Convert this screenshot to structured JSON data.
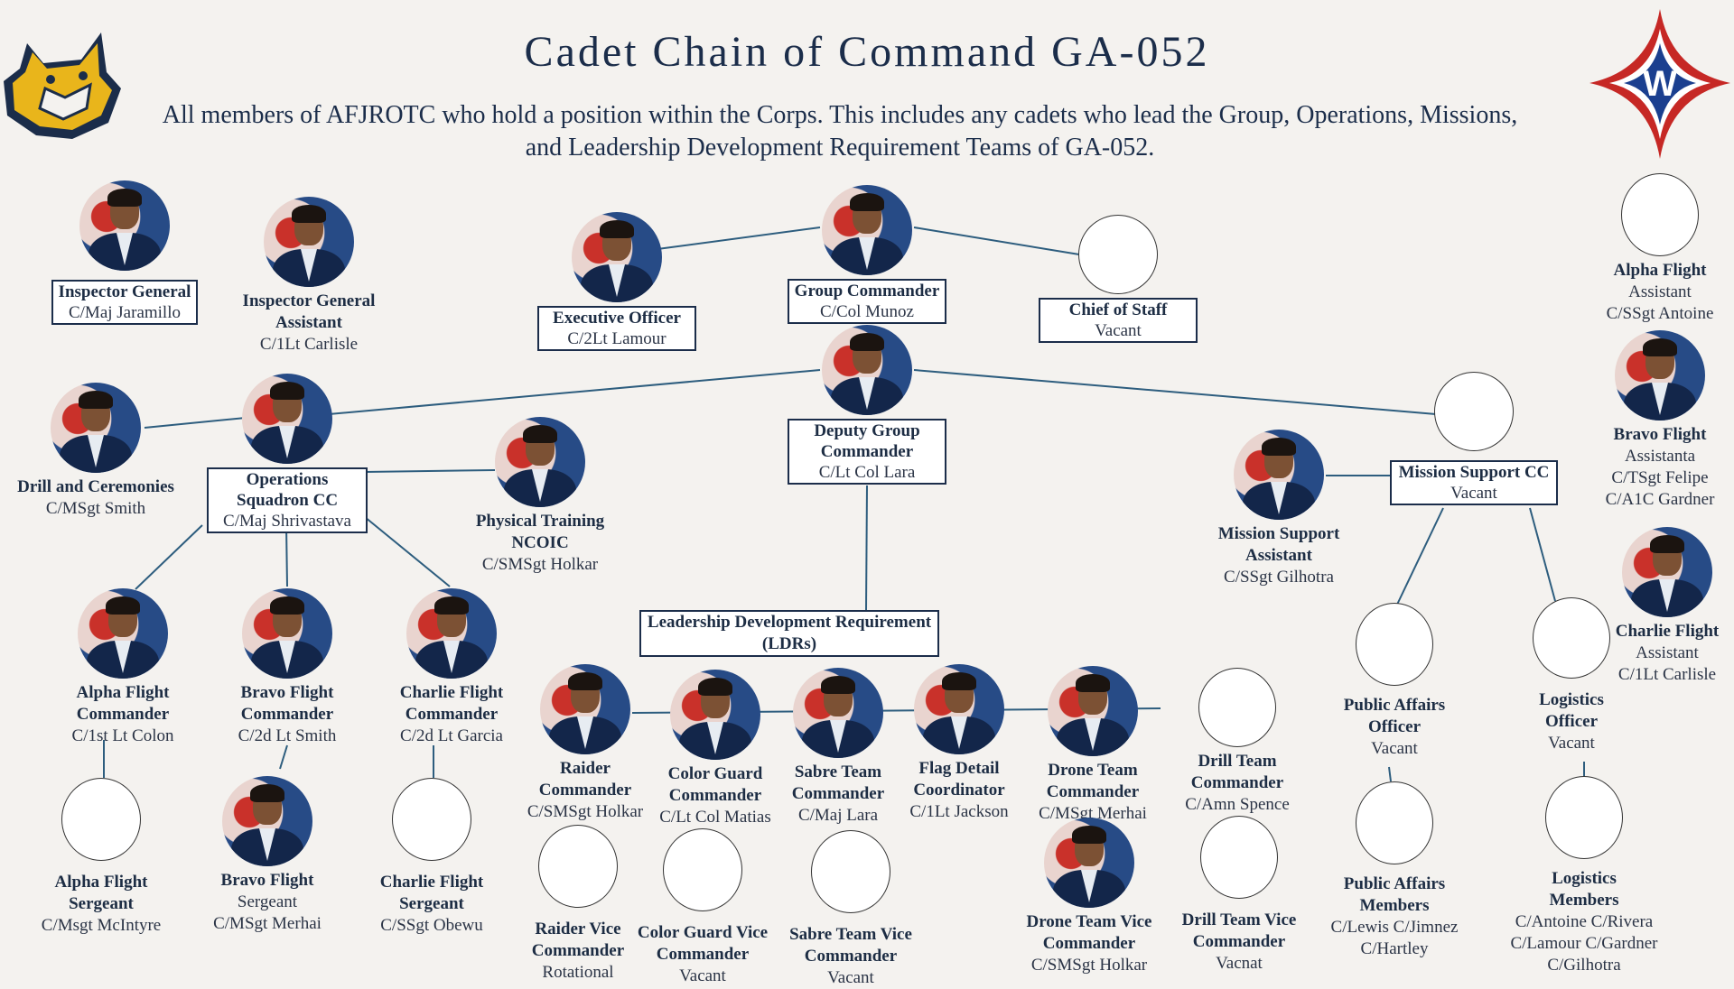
{
  "header": {
    "title": "Cadet Chain of Command GA-052",
    "subtitle": "All members of AFJROTC who hold a position within the Corps. This includes any cadets who lead the Group, Operations, Missions, and Leadership Development Requirement Teams of GA-052."
  },
  "logos": {
    "left": {
      "icon": "wildcat-mascot-icon"
    },
    "right": {
      "icon": "w-diamond-emblem-icon",
      "letter": "W"
    }
  },
  "colors": {
    "navy": "#1b2d4a",
    "line": "#2d5d7e",
    "gold": "#e9b51b",
    "red": "#c62825"
  },
  "nodes": {
    "inspector_general": {
      "title": "Inspector General",
      "person": "C/Maj Jaramillo"
    },
    "ig_assistant": {
      "title": "Inspector General Assistant",
      "person": "C/1Lt Carlisle"
    },
    "executive_officer": {
      "title": "Executive Officer",
      "person": "C/2Lt Lamour"
    },
    "group_commander": {
      "title": "Group Commander",
      "person": "C/Col Munoz"
    },
    "chief_of_staff": {
      "title": "Chief of Staff",
      "person": "Vacant"
    },
    "deputy_group_commander": {
      "title": "Deputy Group Commander",
      "person": "C/Lt Col Lara"
    },
    "drill_ceremonies": {
      "title": "Drill and Ceremonies",
      "person": "C/MSgt Smith"
    },
    "ops_squadron_cc": {
      "title": "Operations Squadron CC",
      "person": "C/Maj Shrivastava"
    },
    "pt_ncoic": {
      "title": "Physical Training NCOIC",
      "person": "C/SMSgt Holkar"
    },
    "mission_support_assistant": {
      "title": "Mission Support Assistant",
      "person": "C/SSgt Gilhotra"
    },
    "mission_support_cc": {
      "title": "Mission Support CC",
      "person": "Vacant"
    },
    "alpha_flight_commander": {
      "title": "Alpha Flight Commander",
      "person": "C/1st Lt Colon"
    },
    "bravo_flight_commander": {
      "title": "Bravo Flight Commander",
      "person": "C/2d Lt Smith"
    },
    "charlie_flight_commander": {
      "title": "Charlie Flight Commander",
      "person": "C/2d Lt Garcia"
    },
    "alpha_flight_sergeant": {
      "title": "Alpha Flight Sergeant",
      "person": "C/Msgt McIntyre"
    },
    "bravo_flight_sergeant": {
      "title": "Bravo Flight",
      "subtitle": "Sergeant",
      "person": "C/MSgt Merhai"
    },
    "charlie_flight_sergeant": {
      "title": "Charlie Flight Sergeant",
      "person": "C/SSgt Obewu"
    },
    "ldr": {
      "title": "Leadership Development Requirement (LDRs)"
    },
    "raider_commander": {
      "title": "Raider Commander",
      "person": "C/SMSgt Holkar"
    },
    "color_guard_commander": {
      "title": "Color Guard Commander",
      "person": "C/Lt Col Matias"
    },
    "sabre_team_commander": {
      "title": "Sabre Team Commander",
      "person": "C/Maj Lara"
    },
    "flag_detail_coordinator": {
      "title": "Flag Detail Coordinator",
      "person": "C/1Lt Jackson"
    },
    "drone_team_commander": {
      "title": "Drone Team Commander",
      "person": "C/MSgt Merhai"
    },
    "drill_team_commander": {
      "title": "Drill Team Commander",
      "person": "C/Amn Spence"
    },
    "raider_vice": {
      "title": "Raider Vice Commander",
      "person": "Rotational"
    },
    "color_guard_vice": {
      "title": "Color Guard Vice Commander",
      "person": "Vacant"
    },
    "sabre_team_vice": {
      "title": "Sabre Team Vice Commander",
      "person": "Vacant"
    },
    "drone_team_vice": {
      "title": "Drone Team Vice Commander",
      "person": "C/SMSgt Holkar"
    },
    "drill_team_vice": {
      "title": "Drill Team Vice Commander",
      "person": "Vacnat"
    },
    "public_affairs_officer": {
      "title": "Public Affairs Officer",
      "person": "Vacant"
    },
    "logistics_officer": {
      "title": "Logistics Officer",
      "person": "Vacant"
    },
    "public_affairs_members": {
      "title": "Public Affairs Members",
      "line1": "C/Lewis  C/Jimnez",
      "line2": "C/Hartley"
    },
    "logistics_members": {
      "title": "Logistics Members",
      "line1": "C/Antoine C/Rivera",
      "line2": "C/Lamour C/Gardner",
      "line3": "C/Gilhotra"
    },
    "alpha_flight_assistant": {
      "title": "Alpha Flight",
      "subtitle": "Assistant",
      "person": "C/SSgt Antoine"
    },
    "bravo_flight_assistant": {
      "title": "Bravo Flight",
      "subtitle": "Assistanta",
      "person": "C/TSgt Felipe",
      "person2": "C/A1C Gardner"
    },
    "charlie_flight_assistant": {
      "title": "Charlie Flight",
      "subtitle": "Assistant",
      "person": "C/1Lt Carlisle"
    }
  }
}
